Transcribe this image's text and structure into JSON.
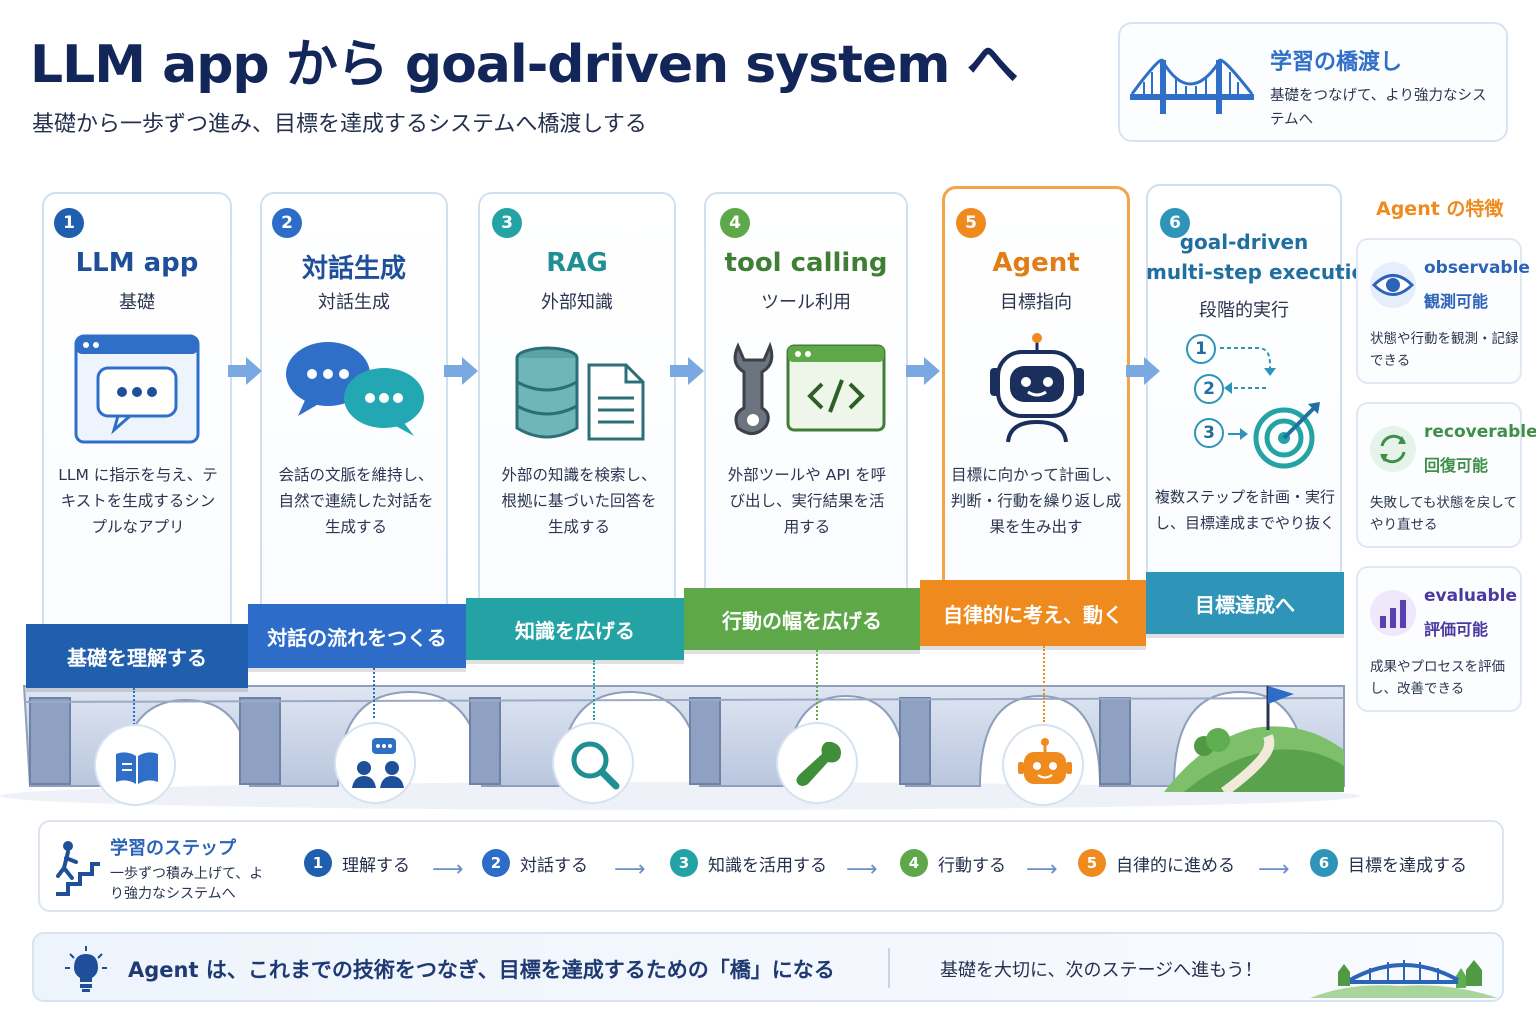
{
  "header": {
    "title": "LLM app から goal-driven system へ",
    "subtitle": "基礎から一歩ずつ進み、目標を達成するシステムへ橋渡しする"
  },
  "bridge_box": {
    "title": "学習の橋渡し",
    "text": "基礎をつなげて、より強力なシステムへ"
  },
  "stages": [
    {
      "num": "1",
      "title": "LLM app",
      "sub": "基礎",
      "desc": "LLM に指示を与え、テキストを生成するシンプルなアプリ",
      "plank": "基礎を理解する",
      "color": "#1f5fae"
    },
    {
      "num": "2",
      "title": "対話生成",
      "sub": "対話生成",
      "desc": "会話の文脈を維持し、自然で連続した対話を生成する",
      "plank": "対話の流れをつくる",
      "color": "#2d6cc9"
    },
    {
      "num": "3",
      "title": "RAG",
      "sub": "外部知識",
      "desc": "外部の知識を検索し、根拠に基づいた回答を生成する",
      "plank": "知識を広げる",
      "color": "#23a3a3"
    },
    {
      "num": "4",
      "title": "tool calling",
      "sub": "ツール利用",
      "desc": "外部ツールや API を呼び出し、実行結果を活用する",
      "plank": "行動の幅を広げる",
      "color": "#5fa84a"
    },
    {
      "num": "5",
      "title": "Agent",
      "sub": "目標指向",
      "desc": "目標に向かって計画し、判断・行動を繰り返し成果を生み出す",
      "plank": "自律的に考え、動く",
      "color": "#ee8a1e"
    },
    {
      "num": "6",
      "title": "goal-driven multi-step execution",
      "sub": "段階的実行",
      "desc": "複数ステップを計画・実行し、目標達成までやり抜く",
      "plank": "目標達成へ",
      "color": "#2e95b8"
    }
  ],
  "stage6_title_lines": [
    "goal-driven",
    "multi-step execution"
  ],
  "flow_nums": [
    "1",
    "2",
    "3"
  ],
  "features": {
    "title": "Agent の特徴",
    "items": [
      {
        "en": "observable",
        "ja": "観測可能",
        "desc": "状態や行動を観測・記録できる"
      },
      {
        "en": "recoverable",
        "ja": "回復可能",
        "desc": "失敗しても状態を戻してやり直せる"
      },
      {
        "en": "evaluable",
        "ja": "評価可能",
        "desc": "成果やプロセスを評価し、改善できる"
      }
    ]
  },
  "learning_steps": {
    "title": "学習のステップ",
    "desc": "一歩ずつ積み上げて、より強力なシステムへ",
    "items": [
      {
        "num": "1",
        "label": "理解する"
      },
      {
        "num": "2",
        "label": "対話する"
      },
      {
        "num": "3",
        "label": "知識を活用する"
      },
      {
        "num": "4",
        "label": "行動する"
      },
      {
        "num": "5",
        "label": "自律的に進める"
      },
      {
        "num": "6",
        "label": "目標を達成する"
      }
    ]
  },
  "footer": {
    "main": "Agent は、これまでの技術をつなぎ、目標を達成するための「橋」になる",
    "right": "基礎を大切に、次のステージへ進もう！"
  },
  "colors": {
    "navy": "#13265a",
    "blue": "#2d6cc9",
    "teal": "#23a3a3",
    "green": "#5fa84a",
    "orange": "#ee8a1e",
    "cyan": "#2e95b8",
    "stone": "#a8b6d0"
  },
  "icons": [
    "bridge-icon",
    "chat-window-icon",
    "chat-bubbles-icon",
    "database-icon",
    "document-icon",
    "wrench-icon",
    "code-window-icon",
    "robot-icon",
    "target-icon",
    "eye-icon",
    "refresh-icon",
    "bar-chart-icon",
    "book-icon",
    "people-chat-icon",
    "magnifier-icon",
    "small-robot-icon",
    "flag-hill-icon",
    "stairs-person-icon",
    "lightbulb-icon"
  ]
}
